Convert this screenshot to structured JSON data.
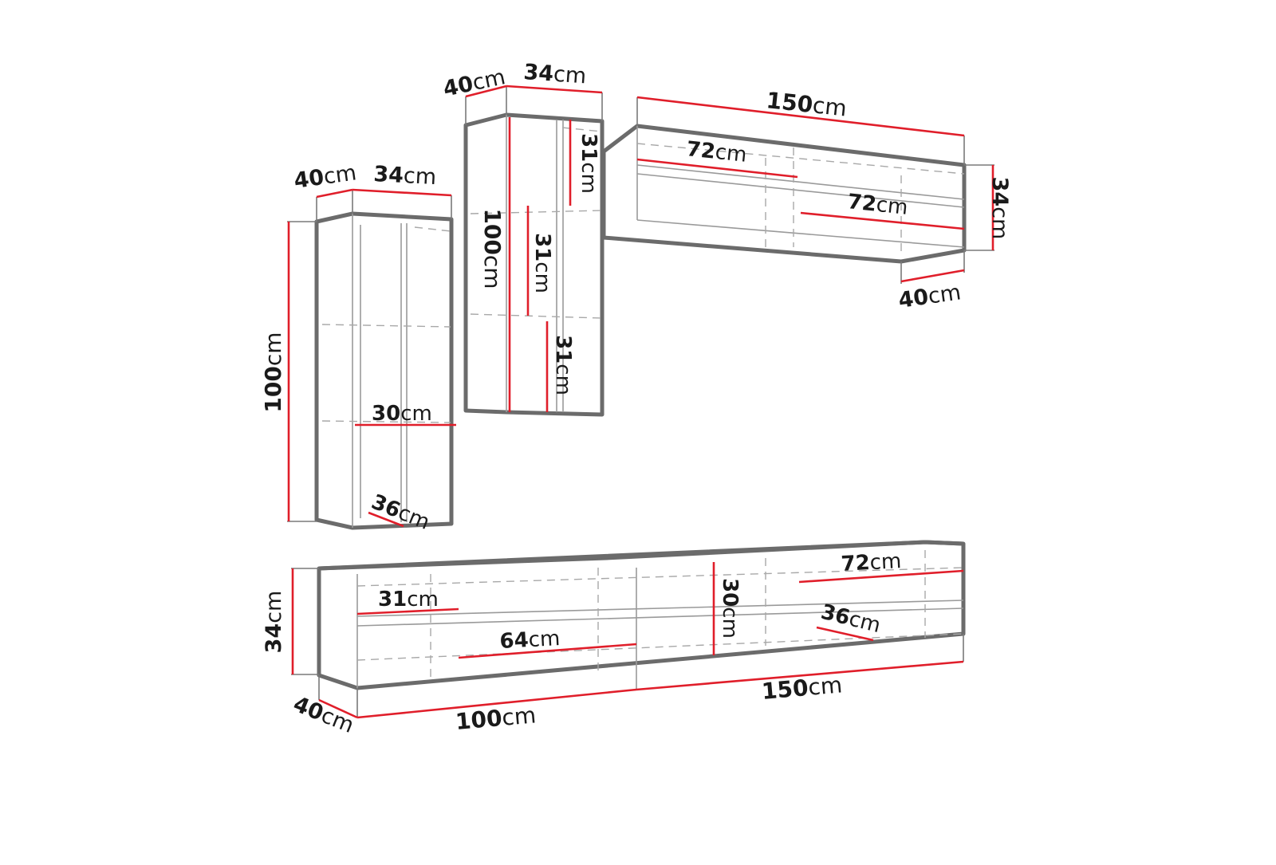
{
  "diagram": {
    "unit": "cm",
    "colors": {
      "dimension_line": "#e01e2a",
      "outline": "#6b6b6b",
      "background": "#ffffff"
    },
    "tall_cabinet_left": {
      "depth": {
        "num": "40",
        "unit": "cm"
      },
      "width": {
        "num": "34",
        "unit": "cm"
      },
      "height": {
        "num": "100",
        "unit": "cm"
      },
      "shelf_width": {
        "num": "30",
        "unit": "cm"
      },
      "shelf_depth": {
        "num": "36",
        "unit": "cm"
      }
    },
    "tall_cabinet_center": {
      "depth": {
        "num": "40",
        "unit": "cm"
      },
      "width": {
        "num": "34",
        "unit": "cm"
      },
      "height": {
        "num": "100",
        "unit": "cm"
      },
      "compartment_top": {
        "num": "31",
        "unit": "cm"
      },
      "compartment_mid": {
        "num": "31",
        "unit": "cm"
      },
      "compartment_low": {
        "num": "31",
        "unit": "cm"
      }
    },
    "wall_shelf": {
      "width": {
        "num": "150",
        "unit": "cm"
      },
      "shelf_upper": {
        "num": "72",
        "unit": "cm"
      },
      "shelf_lower": {
        "num": "72",
        "unit": "cm"
      },
      "height": {
        "num": "34",
        "unit": "cm"
      },
      "depth": {
        "num": "40",
        "unit": "cm"
      }
    },
    "tv_stand": {
      "height": {
        "num": "34",
        "unit": "cm"
      },
      "depth": {
        "num": "40",
        "unit": "cm"
      },
      "left_width": {
        "num": "100",
        "unit": "cm"
      },
      "right_width": {
        "num": "150",
        "unit": "cm"
      },
      "left_compartment_height": {
        "num": "31",
        "unit": "cm"
      },
      "left_compartment_width": {
        "num": "64",
        "unit": "cm"
      },
      "right_compartment_height": {
        "num": "30",
        "unit": "cm"
      },
      "right_compartment_width": {
        "num": "72",
        "unit": "cm"
      },
      "right_compartment_depth": {
        "num": "36",
        "unit": "cm"
      }
    }
  }
}
